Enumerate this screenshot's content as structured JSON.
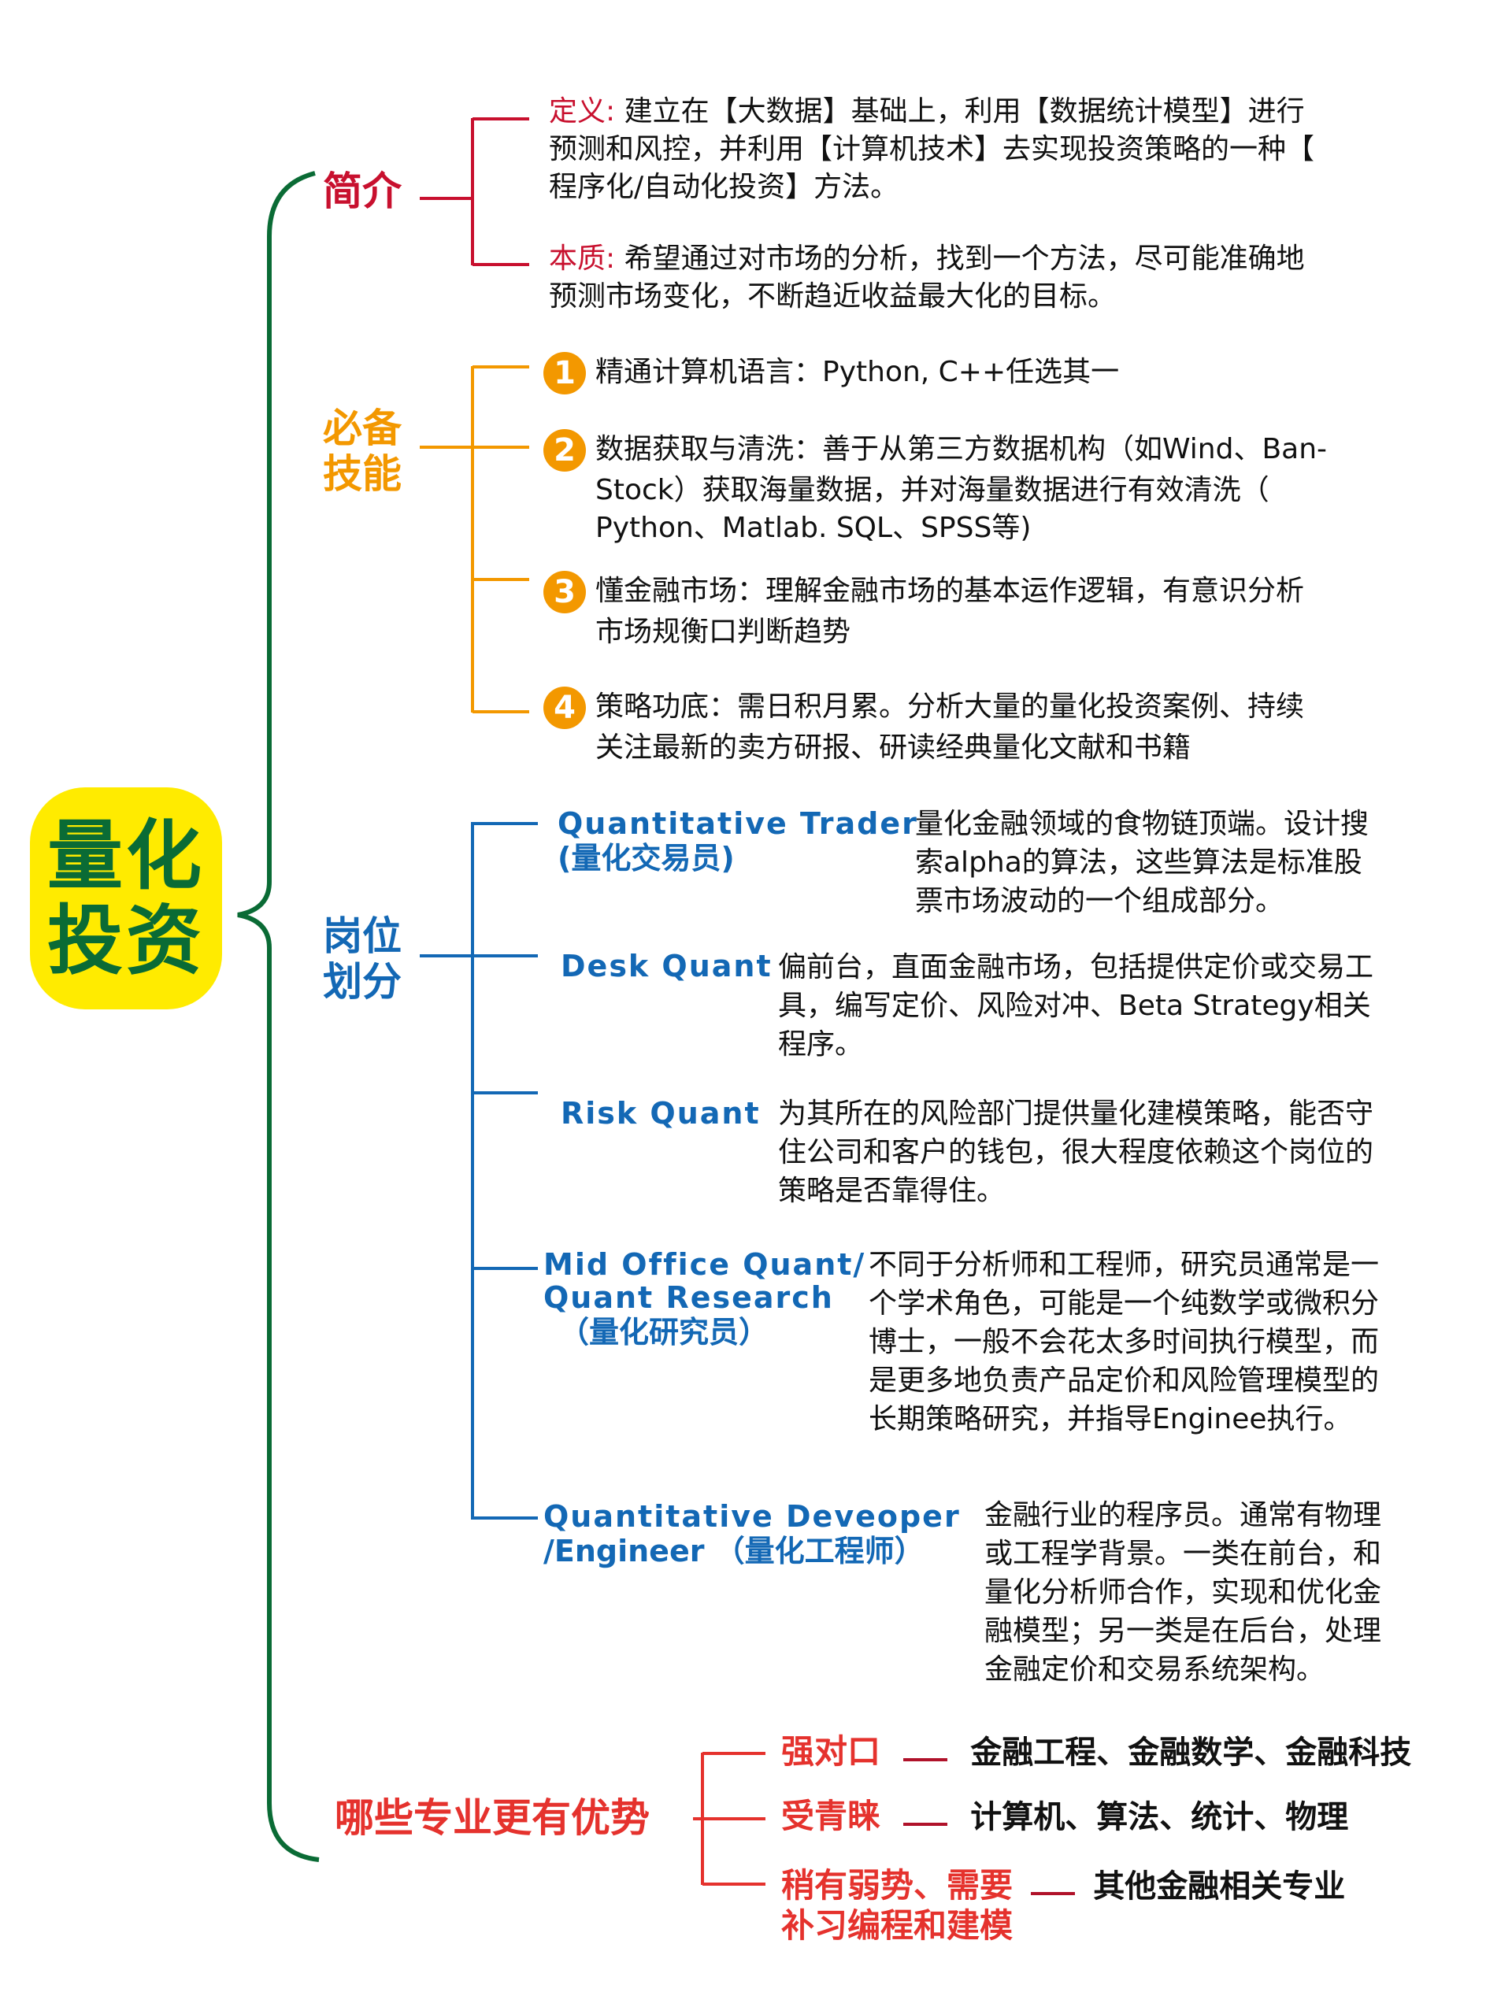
{
  "root": {
    "line1": "量化",
    "line2": "投资"
  },
  "colors": {
    "root_bg": "#ffeb00",
    "root_text": "#0a6b35",
    "brace": "#0a6b35",
    "intro": "#c8102e",
    "skills": "#f39800",
    "roles": "#1368b5",
    "majors": "#e5322d"
  },
  "intro": {
    "title": "简介",
    "items": [
      {
        "label": "定义:",
        "lines": [
          "建立在【大数据】基础上，利用【数据统计模型】进行",
          "预测和风控，并利用【计算机技术】去实现投资策略的一种【",
          "程序化/自动化投资】方法。"
        ]
      },
      {
        "label": "本质:",
        "lines": [
          "希望通过对市场的分析，找到一个方法，尽可能准确地",
          "预测市场变化，不断趋近收益最大化的目标。"
        ]
      }
    ]
  },
  "skills": {
    "title_line1": "必备",
    "title_line2": "技能",
    "items": [
      {
        "num": "1",
        "lines": [
          "精通计算机语言：Python, C++任选其一"
        ]
      },
      {
        "num": "2",
        "lines": [
          "数据获取与清洗：善于从第三方数据机构（如Wind、Ban-",
          "Stock）获取海量数据，并对海量数据进行有效清洗（",
          "Python、Matlab. SQL、SPSS等)"
        ]
      },
      {
        "num": "3",
        "lines": [
          "懂金融市场：理解金融市场的基本运作逻辑，有意识分析",
          "市场规衡口判断趋势"
        ]
      },
      {
        "num": "4",
        "lines": [
          "策略功底：需日积月累。分析大量的量化投资案例、持续",
          "关注最新的卖方研报、研读经典量化文献和书籍"
        ]
      }
    ]
  },
  "roles": {
    "title_line1": "岗位",
    "title_line2": "划分",
    "items": [
      {
        "name_lines": [
          "Quantitative  Trader",
          "(量化交易员)"
        ],
        "desc_lines": [
          "量化金融领域的食物链顶端。设计搜",
          "索alpha的算法，这些算法是标准股",
          "票市场波动的一个组成部分。"
        ]
      },
      {
        "name_lines": [
          "Desk  Quant"
        ],
        "desc_lines": [
          "偏前台，直面金融市场，包括提供定价或交易工",
          "具，编写定价、风险对冲、Beta Strategy相关",
          "程序。"
        ]
      },
      {
        "name_lines": [
          "Risk  Quant"
        ],
        "desc_lines": [
          "为其所在的风险部门提供量化建模策略，能否守",
          "住公司和客户的钱包，很大程度依赖这个岗位的",
          "策略是否靠得住。"
        ]
      },
      {
        "name_lines": [
          "Mid  Office  Quant/",
          "Quant  Research",
          "（量化研究员）"
        ],
        "desc_lines": [
          "不同于分析师和工程师，研究员通常是一",
          "个学术角色，可能是一个纯数学或微积分",
          "博士，一般不会花太多时间执行模型，而",
          "是更多地负责产品定价和风险管理模型的",
          "长期策略研究，并指导Enginee执行。"
        ]
      },
      {
        "name_lines": [
          "Quantitative  Deveoper",
          "/Engineer  （量化工程师）"
        ],
        "desc_lines": [
          "金融行业的程序员。通常有物理",
          "或工程学背景。一类在前台，和",
          "量化分析师合作，实现和优化金",
          "融模型；另一类是在后台，处理",
          "金融定价和交易系统架构。"
        ]
      }
    ]
  },
  "majors": {
    "title": "哪些专业更有优势",
    "items": [
      {
        "key_lines": [
          "强对口"
        ],
        "value": "金融工程、金融数学、金融科技"
      },
      {
        "key_lines": [
          "受青睐"
        ],
        "value": "计算机、算法、统计、物理"
      },
      {
        "key_lines": [
          "稍有弱势、需要",
          "补习编程和建模"
        ],
        "value": "其他金融相关专业"
      }
    ]
  }
}
